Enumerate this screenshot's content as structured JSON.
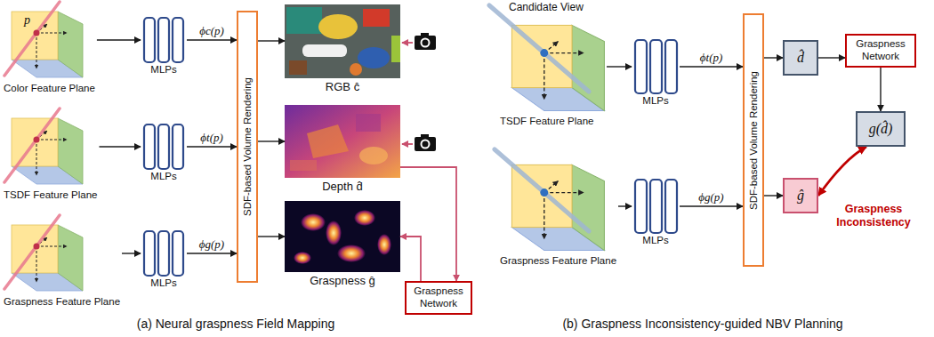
{
  "diagram": {
    "nodes": [
      {
        "text": [
          "Color Feature Plane"
        ]
      },
      {
        "text": [
          "MLPs"
        ]
      },
      {
        "text": [
          "TSDF Feature Plane"
        ]
      },
      {
        "text": [
          "MLPs"
        ]
      },
      {
        "text": [
          "Graspness Feature Plane"
        ]
      },
      {
        "text": [
          "MLPs"
        ]
      },
      {
        "text": [
          "SDF-based Volume Rendering"
        ]
      },
      {
        "text": [
          "RGB ĉ"
        ]
      },
      {
        "text": [
          "Depth d̂"
        ]
      },
      {
        "text": [
          "Graspness ĝ"
        ]
      },
      {
        "text": [
          "Graspness Network"
        ]
      },
      {
        "text": [
          "TSDF Feature Plane"
        ]
      },
      {
        "text": [
          "MLPs"
        ]
      },
      {
        "text": [
          "Graspness Feature Plane"
        ]
      },
      {
        "text": [
          "MLPs"
        ]
      },
      {
        "text": [
          "SDF-based Volume Rendering"
        ]
      },
      {
        "text": [
          "d̂"
        ]
      },
      {
        "text": [
          "Graspness Network"
        ]
      },
      {
        "text": [
          "g(d̂)"
        ]
      },
      {
        "text": [
          "ĝ"
        ]
      }
    ],
    "edges": [
      {
        "from": 0,
        "to": 1,
        "arrow": "to"
      },
      {
        "from": 1,
        "to": 6,
        "label": "ϕc(p)",
        "arrow": "to"
      },
      {
        "from": 2,
        "to": 3,
        "arrow": "to"
      },
      {
        "from": 3,
        "to": 6,
        "label": "ϕt(p)",
        "arrow": "to"
      },
      {
        "from": 4,
        "to": 5,
        "arrow": "to"
      },
      {
        "from": 5,
        "to": 6,
        "label": "ϕg(p)",
        "arrow": "to"
      },
      {
        "from": 6,
        "to": 7,
        "arrow": "to"
      },
      {
        "from": 6,
        "to": 8,
        "arrow": "to"
      },
      {
        "from": 6,
        "to": 9,
        "arrow": "to"
      },
      {
        "from": 8,
        "to": 10,
        "arrow": "to"
      },
      {
        "from": 10,
        "to": 9,
        "arrow": "to"
      },
      {
        "from": 11,
        "to": 12,
        "arrow": "to"
      },
      {
        "from": 12,
        "to": 15,
        "label": "ϕt(p)",
        "arrow": "to"
      },
      {
        "from": 13,
        "to": 14,
        "arrow": "to"
      },
      {
        "from": 14,
        "to": 15,
        "label": "ϕg(p)",
        "arrow": "to"
      },
      {
        "from": 15,
        "to": 16,
        "arrow": "to"
      },
      {
        "from": 15,
        "to": 19,
        "arrow": "to"
      },
      {
        "from": 16,
        "to": 17,
        "arrow": "to"
      },
      {
        "from": 17,
        "to": 18,
        "arrow": "to"
      },
      {
        "from": 19,
        "to": 18,
        "label": "Graspness Inconsistency",
        "arrow": "both"
      }
    ],
    "labels": [
      "p",
      "Candidate View",
      "(a) Neural graspness Field Mapping",
      "(b) Graspness Inconsistency-guided NBV Planning"
    ]
  }
}
